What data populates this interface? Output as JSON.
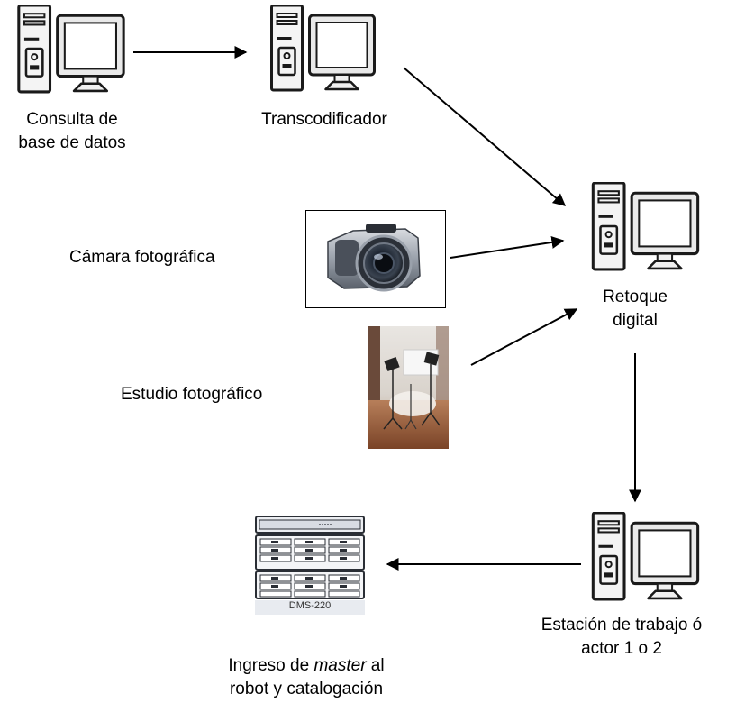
{
  "nodes": {
    "consulta": {
      "label_line1": "Consulta de",
      "label_line2": "base de datos",
      "icon": "desktop-computer-icon"
    },
    "transcodificador": {
      "label": "Transcodificador",
      "icon": "desktop-computer-icon"
    },
    "retoque": {
      "label_line1": "Retoque",
      "label_line2": "digital",
      "icon": "desktop-computer-icon"
    },
    "camara": {
      "label": "Cámara fotográfica",
      "icon": "photo-camera-icon"
    },
    "estudio": {
      "label": "Estudio fotográfico",
      "icon": "photo-studio-image"
    },
    "estacion": {
      "label_line1": "Estación de trabajo ó",
      "label_line2": "actor 1 o 2",
      "icon": "desktop-computer-icon"
    },
    "ingreso": {
      "label_pre": "Ingreso de ",
      "label_italic": "master",
      "label_post": " al",
      "label_line2": "robot y catalogación",
      "device_label": "DMS-220",
      "icon": "storage-robot-icon"
    }
  },
  "edges": [
    {
      "from": "consulta",
      "to": "transcodificador"
    },
    {
      "from": "transcodificador",
      "to": "retoque"
    },
    {
      "from": "camara",
      "to": "retoque"
    },
    {
      "from": "estudio",
      "to": "retoque"
    },
    {
      "from": "retoque",
      "to": "estacion"
    },
    {
      "from": "estacion",
      "to": "ingreso"
    }
  ]
}
